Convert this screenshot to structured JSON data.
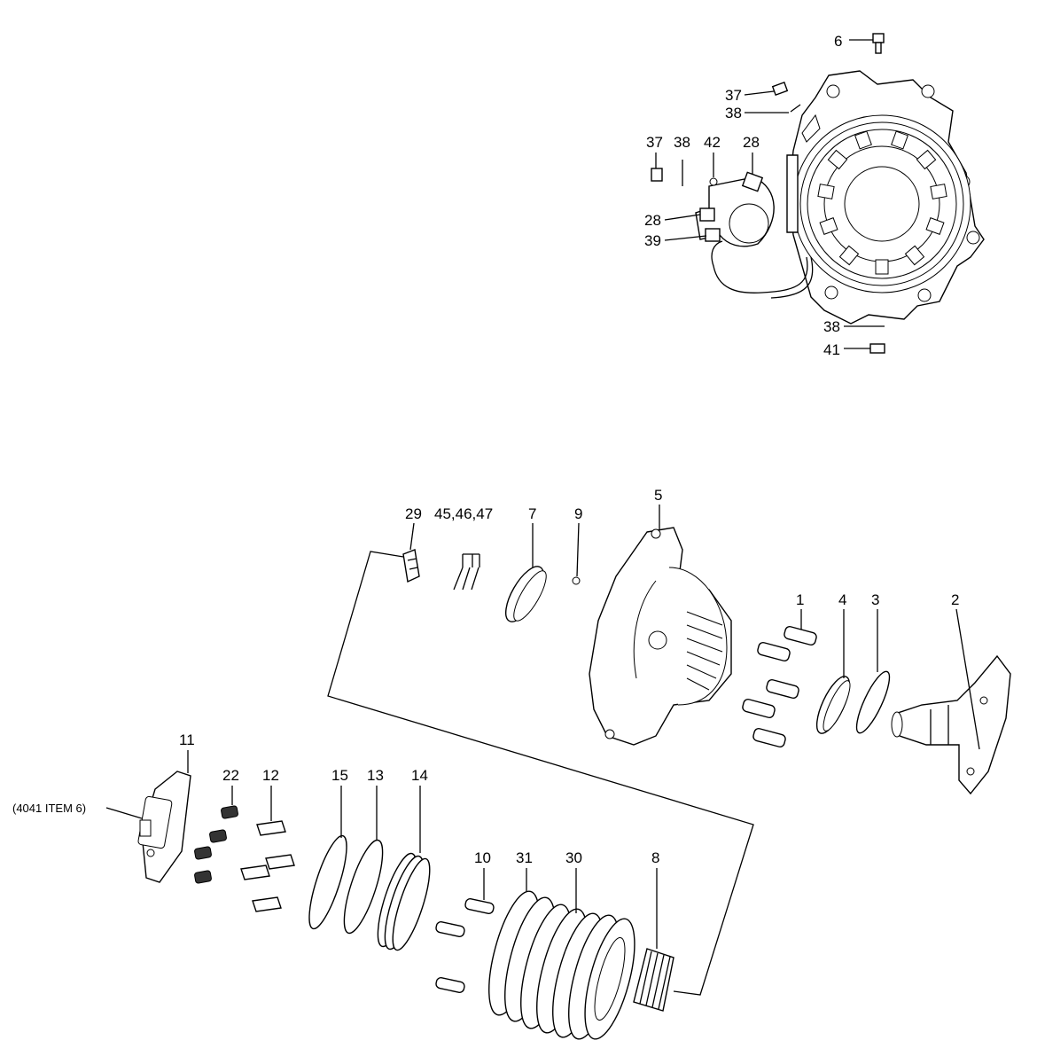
{
  "callouts": {
    "c6": "6",
    "c37a": "37",
    "c38a": "38",
    "c37b": "37",
    "c38b": "38",
    "c42": "42",
    "c28a": "28",
    "c28b": "28",
    "c39": "39",
    "c38c": "38",
    "c41": "41",
    "c29": "29",
    "c454647": "45,46,47",
    "c7": "7",
    "c9": "9",
    "c5": "5",
    "c1": "1",
    "c4": "4",
    "c3": "3",
    "c2": "2",
    "c11": "11",
    "cref": "(4041 ITEM 6)",
    "c22": "22",
    "c12": "12",
    "c15": "15",
    "c13": "13",
    "c14": "14",
    "c10": "10",
    "c31": "31",
    "c30": "30",
    "c8": "8"
  }
}
